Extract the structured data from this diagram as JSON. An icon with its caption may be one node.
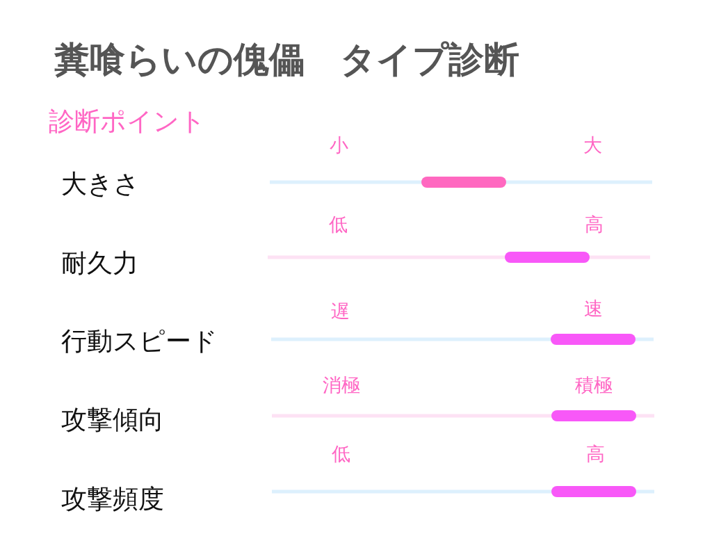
{
  "diagram": {
    "title": "糞喰らいの傀儡　タイプ診断",
    "labels": [
      "診断ポイント",
      "小",
      "大",
      "大きさ",
      "低",
      "高",
      "耐久力",
      "遅",
      "速",
      "行動スピード",
      "消極",
      "積極",
      "攻撃傾向",
      "低",
      "高",
      "攻撃頻度"
    ]
  }
}
